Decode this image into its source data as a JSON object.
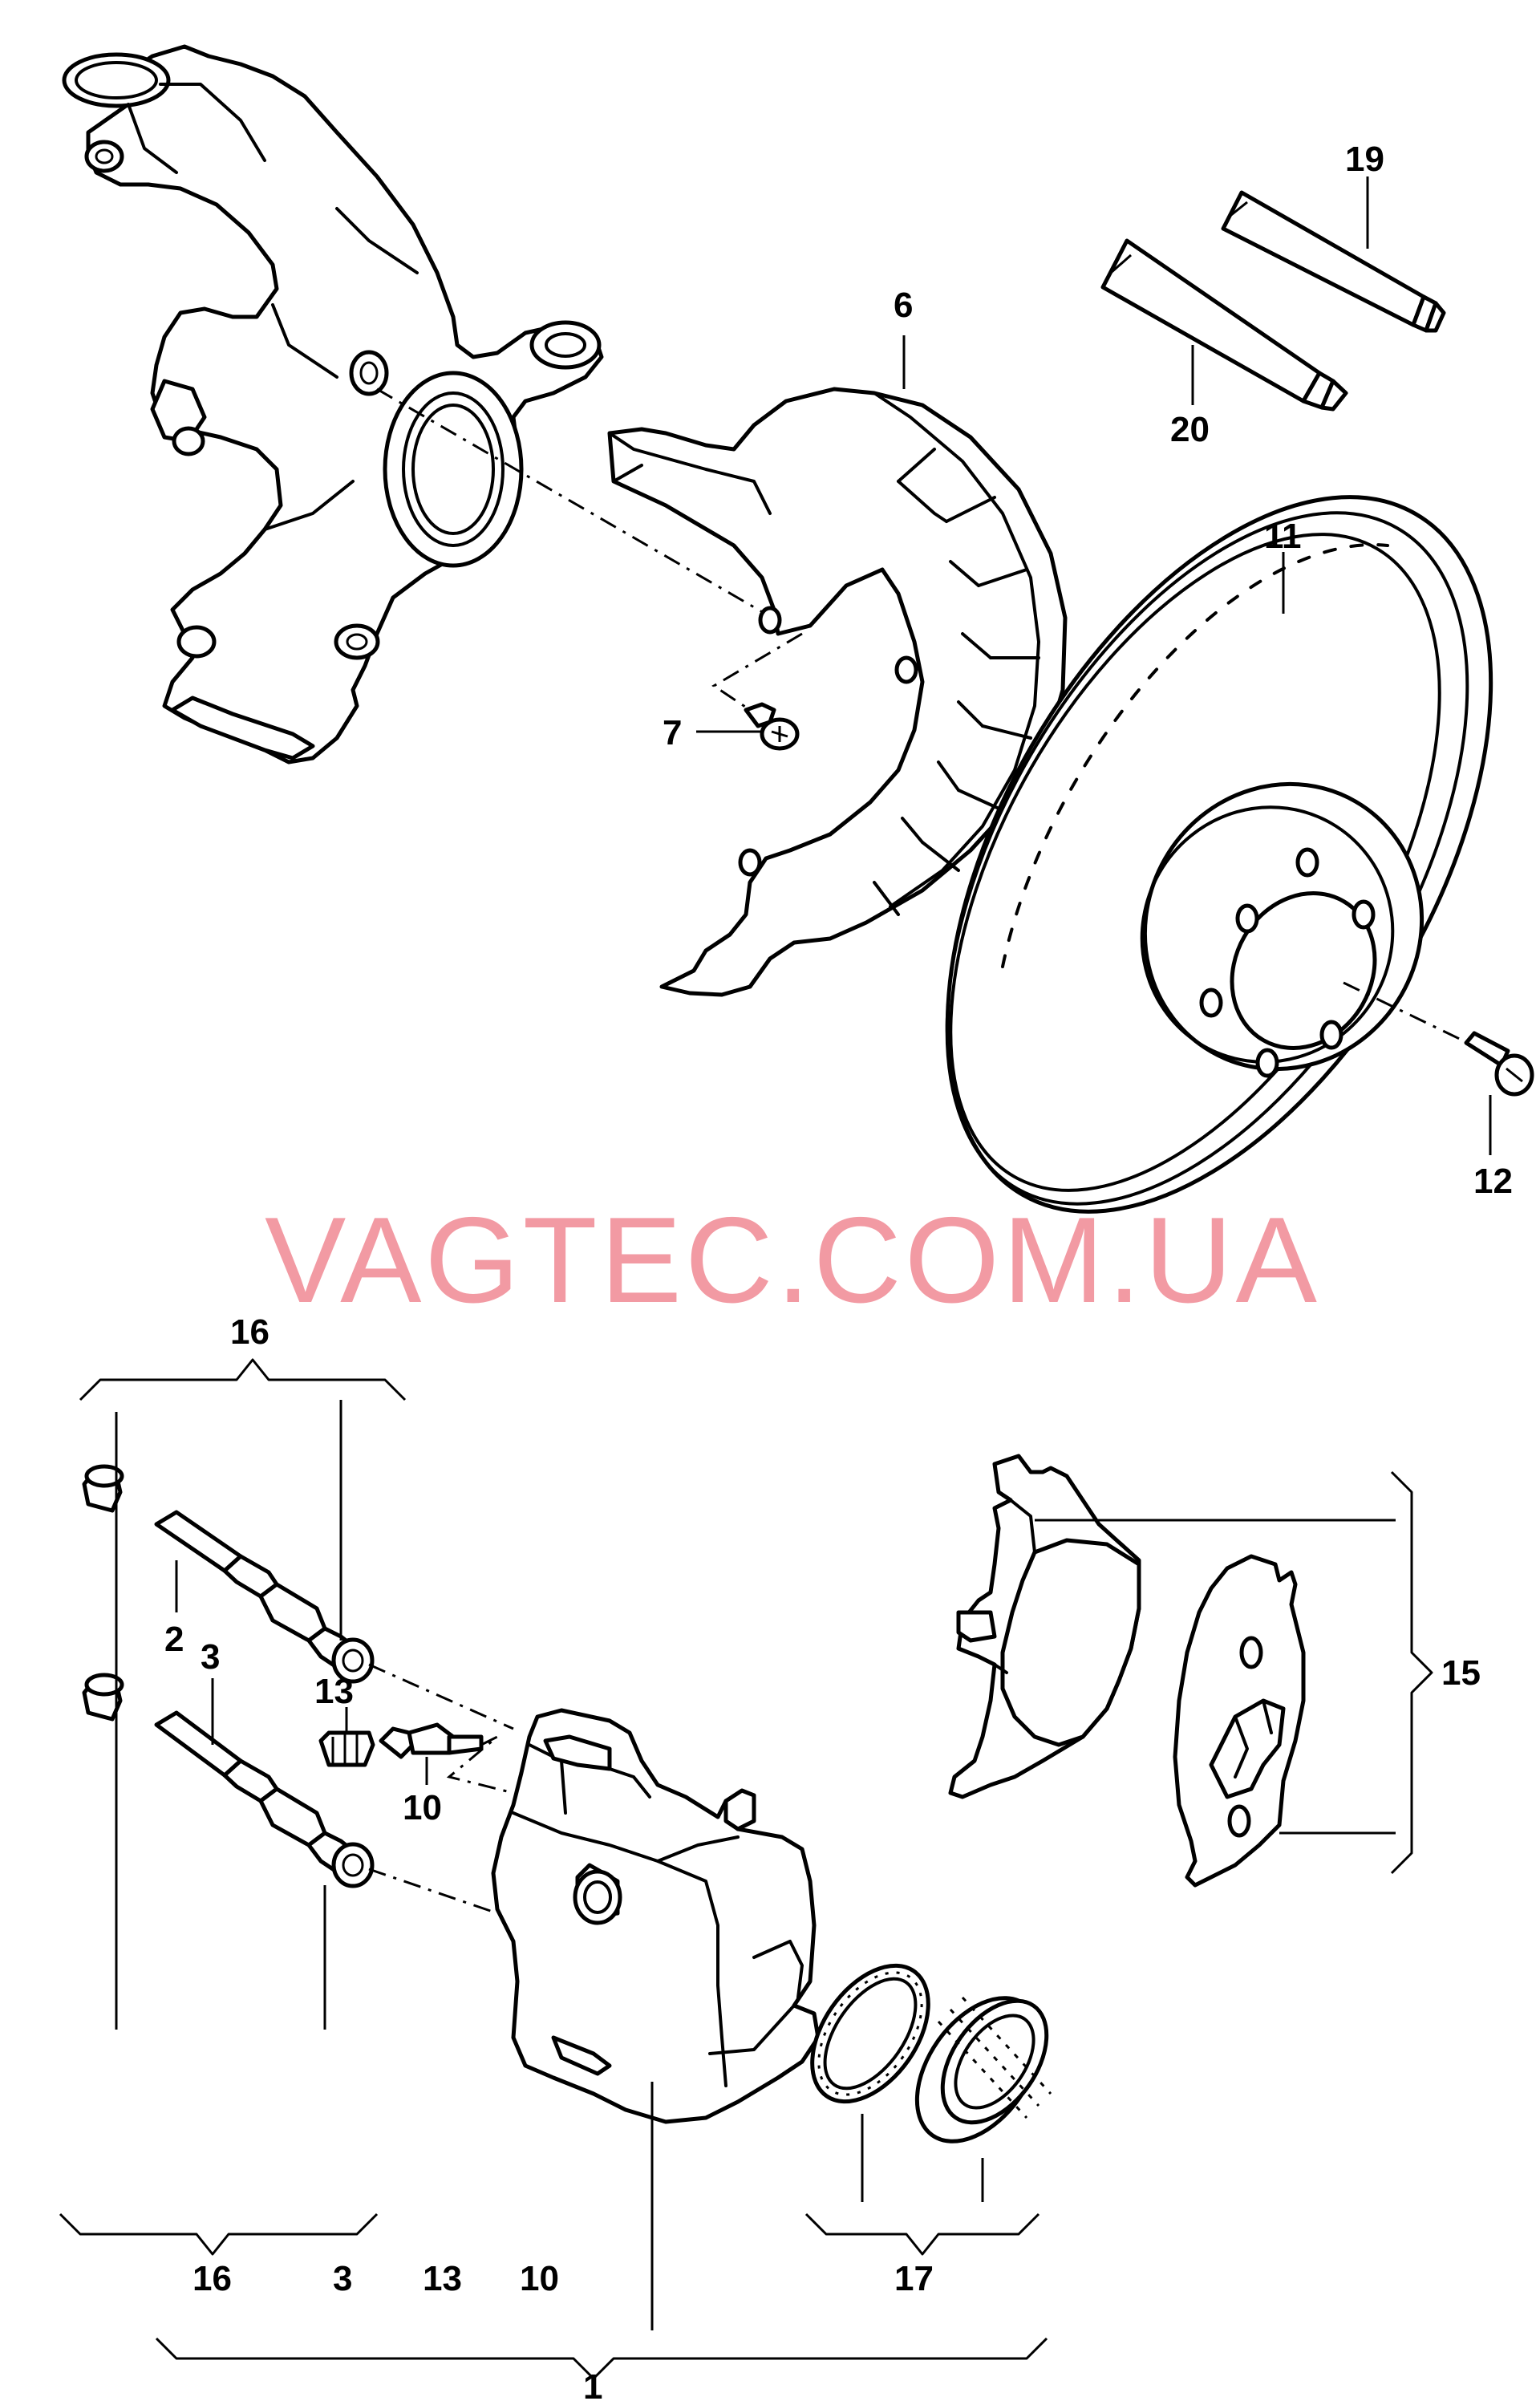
{
  "watermark": {
    "text": "VAGTEC.COM.UA",
    "color": "#f29aa3"
  },
  "callouts": {
    "c6": "6",
    "c7": "7",
    "c11": "11",
    "c12": "12",
    "c19": "19",
    "c20": "20",
    "c16_top": "16",
    "c2": "2",
    "c3_upper": "3",
    "c13_upper": "13",
    "c10_upper": "10",
    "c15": "15",
    "c16_bottom": "16",
    "c3_bottom": "3",
    "c13_bottom": "13",
    "c10_bottom": "10",
    "c17": "17",
    "c1": "1"
  },
  "parts": [
    {
      "id": "steering-knuckle",
      "icon": "steering-knuckle-icon"
    },
    {
      "id": "splash-shield",
      "icon": "splash-shield-icon"
    },
    {
      "id": "shield-screw",
      "icon": "screw-icon"
    },
    {
      "id": "brake-disc",
      "icon": "brake-disc-icon"
    },
    {
      "id": "disc-screw",
      "icon": "screw-icon"
    },
    {
      "id": "grease-tube-19",
      "icon": "tube-icon"
    },
    {
      "id": "grease-tube-20",
      "icon": "tube-icon"
    },
    {
      "id": "guide-pin-set",
      "icon": "guide-pin-icon"
    },
    {
      "id": "bleeder-valve",
      "icon": "valve-icon"
    },
    {
      "id": "dust-cap",
      "icon": "cap-icon"
    },
    {
      "id": "brake-caliper",
      "icon": "caliper-icon"
    },
    {
      "id": "piston-seal-kit",
      "icon": "seal-icon"
    },
    {
      "id": "brake-pads",
      "icon": "brake-pad-icon"
    }
  ]
}
